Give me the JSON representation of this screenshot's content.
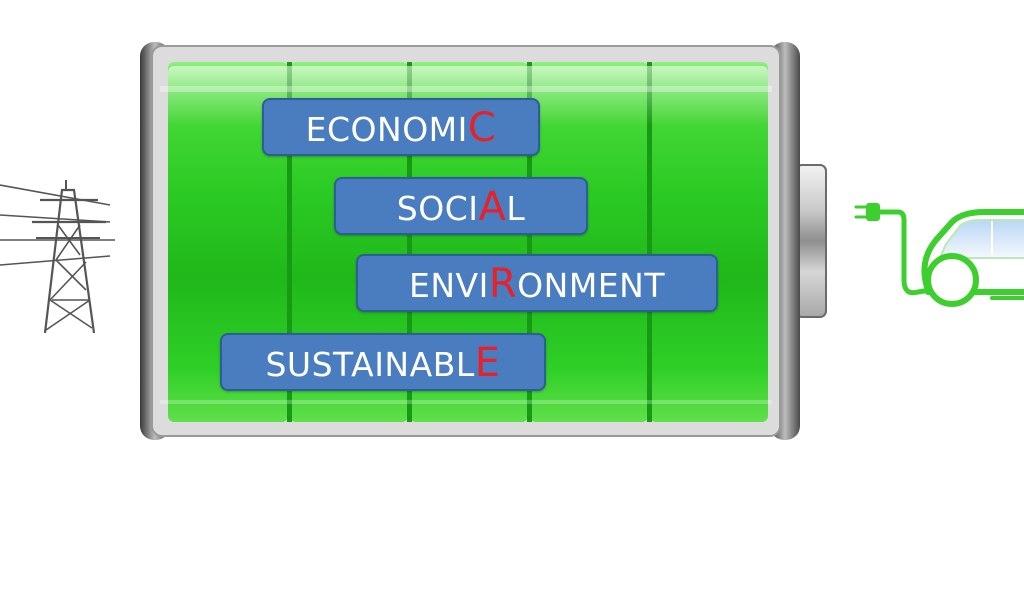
{
  "colors": {
    "battery_green": "#2ecc34",
    "label_blue": "#4a7dc0",
    "highlight_red": "#e8202a",
    "text_white": "#ffffff",
    "car_green": "#3ccf2e"
  },
  "icons": [
    "power-tower-icon",
    "battery-icon",
    "electric-car-plug-icon"
  ],
  "labels": [
    {
      "id": "economic",
      "before": "ECONOMI",
      "highlight": "C",
      "after": ""
    },
    {
      "id": "social",
      "before": "SOCI",
      "highlight": "A",
      "after": "L"
    },
    {
      "id": "environment",
      "before": "ENVI",
      "highlight": "R",
      "after": "ONMENT"
    },
    {
      "id": "sustainable",
      "before": "SUSTAINABL",
      "highlight": "E",
      "after": ""
    }
  ]
}
